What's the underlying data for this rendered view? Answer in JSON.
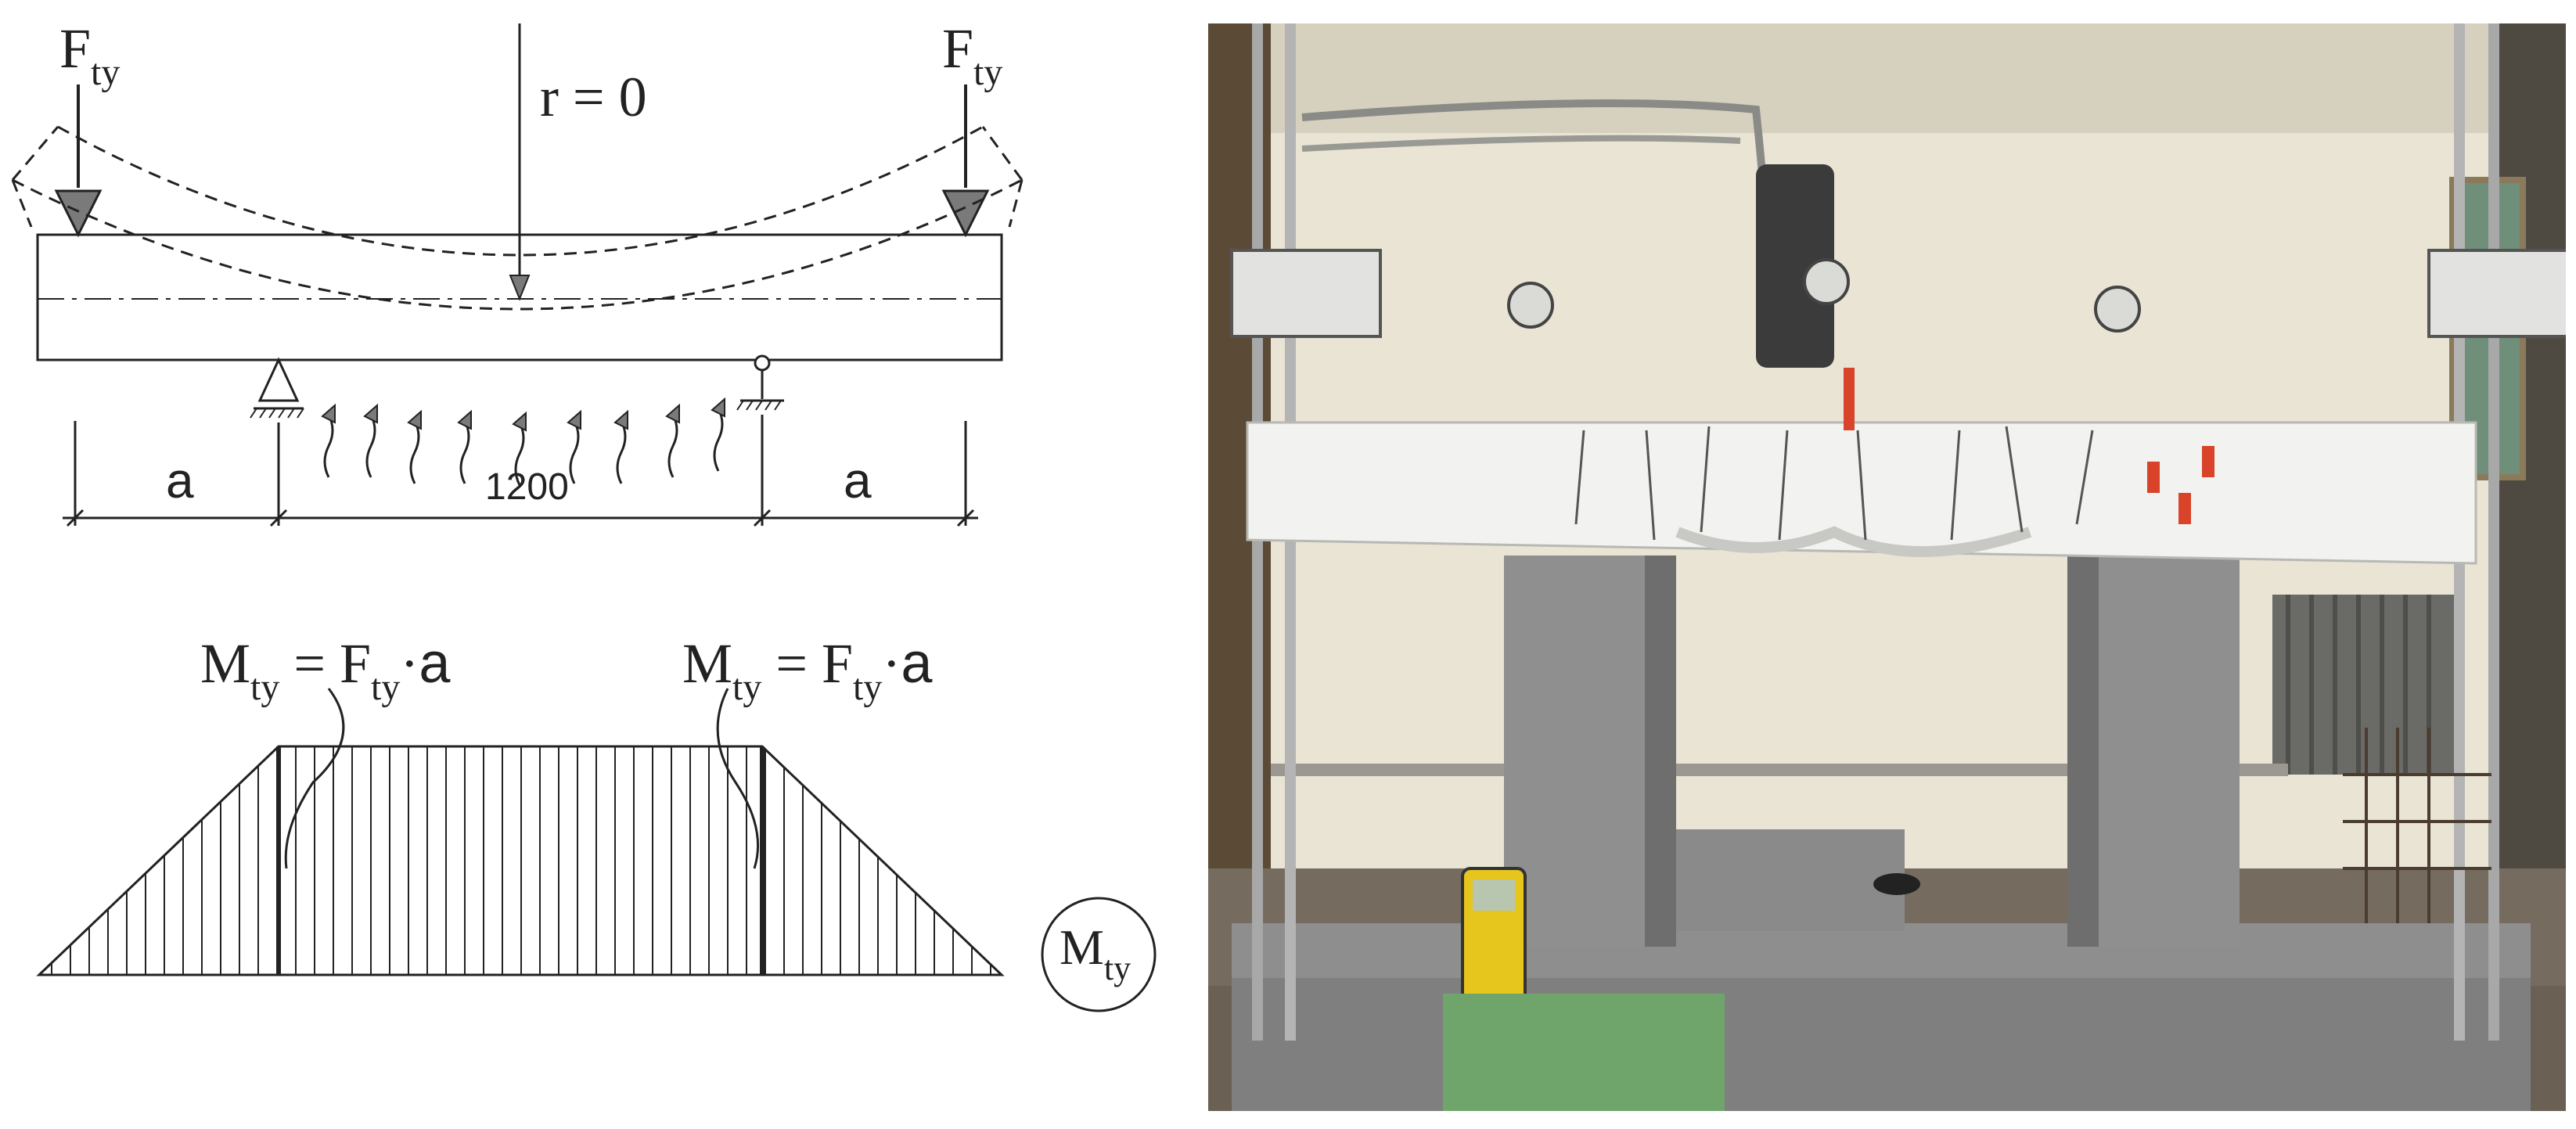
{
  "scheme": {
    "force_left": {
      "main": "F",
      "sub": "ty"
    },
    "force_right": {
      "main": "F",
      "sub": "ty"
    },
    "curvature": "r = 0",
    "span_left_label": "a",
    "span_mid_label": "1200",
    "span_right_label": "a",
    "moment_left": {
      "M": "M",
      "Msub": "ty",
      "eq": " = F",
      "Fsub": "ty",
      "dot": "·",
      "a": "a"
    },
    "moment_right": {
      "M": "M",
      "Msub": "ty",
      "eq": " = F",
      "Fsub": "ty",
      "dot": "·",
      "a": "a"
    },
    "diagram_symbol": {
      "main": "M",
      "sub": "ty"
    }
  },
  "colors": {
    "line": "#222222",
    "arrow_fill": "#7a7a7a",
    "wall": "#ece6d6",
    "frame": "#8e8e8e",
    "beam": "#f3f3f3",
    "floor": "#7a6f60"
  }
}
